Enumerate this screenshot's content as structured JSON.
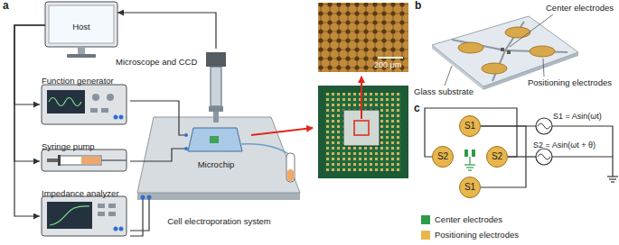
{
  "diagram": {
    "nodes": [
      {
        "text": [
          "Host"
        ]
      },
      {
        "text": [
          "Function generator"
        ]
      },
      {
        "text": [
          "Syringe pump"
        ]
      },
      {
        "text": [
          "Impedance analyzer"
        ]
      },
      {
        "text": [
          "Microscope and CCD"
        ]
      },
      {
        "text": [
          "Cell electroporation system"
        ]
      },
      {
        "text": [
          "Microchip"
        ],
        "in": 5
      },
      {
        "text": [
          "S1"
        ]
      },
      {
        "text": [
          "S2"
        ]
      },
      {
        "text": [
          "S2"
        ]
      },
      {
        "text": [
          "S1"
        ]
      }
    ],
    "edges": [
      {
        "from": 0,
        "to": 1,
        "arrow": "to"
      },
      {
        "from": 0,
        "to": 2,
        "arrow": "to"
      },
      {
        "from": 0,
        "to": 3,
        "arrow": "to"
      },
      {
        "from": 4,
        "to": 0,
        "arrow": "to"
      },
      {
        "from": 1,
        "to": 6,
        "arrow": "none"
      },
      {
        "from": 2,
        "to": 6,
        "arrow": "none"
      },
      {
        "from": 3,
        "to": 5,
        "arrow": "none"
      },
      {
        "from": 8,
        "to": 9,
        "arrow": "none"
      },
      {
        "from": 10,
        "to": 7,
        "arrow": "none"
      }
    ],
    "labels": [
      "a",
      "200 μm",
      "b",
      "Center electrodes",
      "Positioning electrodes",
      "Glass substrate",
      "c",
      "S1 = Asin(ωt)",
      "S2 = Asin(ωt + θ)"
    ],
    "legend": [
      {
        "text": "Center electrodes",
        "color": "#2e9b48"
      },
      {
        "text": "Positioning electrodes",
        "color": "#e8b64c"
      }
    ]
  }
}
